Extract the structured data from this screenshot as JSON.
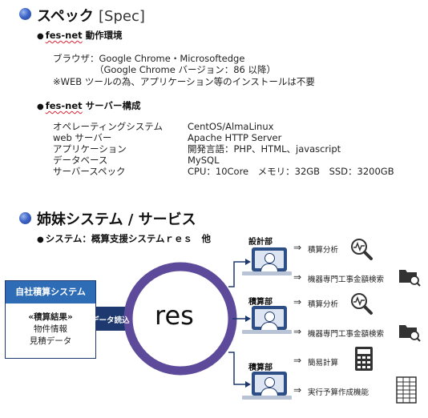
{
  "spec_section": {
    "title": "スペック",
    "title_en": "[Spec]",
    "env": {
      "heading_brand": "fes-net",
      "heading_rest": "動作環境",
      "browser_label": "ブラウザ：",
      "browser_value": "Google Chrome・Microsoftedge",
      "browser_note": "（Google Chrome バージョン：86 以降）",
      "install_note": "※WEB ツールの為、アプリケーション等のインストールは不要"
    },
    "server": {
      "heading_brand": "fes-net",
      "heading_rest": "サーバー構成",
      "rows": [
        {
          "label": "オペレーティングシステム",
          "value": "CentOS/AlmaLinux"
        },
        {
          "label": "web サーバー",
          "value": "Apache HTTP Server"
        },
        {
          "label": "アプリケーション",
          "value": "開発言語：PHP、HTML、javascript"
        },
        {
          "label": "データベース",
          "value": "MySQL"
        },
        {
          "label": "サーバースペック",
          "value": "CPU：10Core　メモリ：32GB　SSD：3200GB"
        }
      ]
    }
  },
  "sister_section": {
    "title": "姉妹システム / サービス",
    "system_line": "システム：概算支援システムｒｅｓ　他"
  },
  "diagram": {
    "left_box": {
      "header": "自社積算システム",
      "lines": [
        "«積算結果»",
        "物件情報",
        "見積データ"
      ]
    },
    "arrow_label": "データ読込",
    "center_label": "res",
    "departments": [
      {
        "name": "設計部",
        "items": [
          "積算分析",
          "機器専門工事金額検索"
        ]
      },
      {
        "name": "積算部",
        "items": [
          "積算分析",
          "機器専門工事金額検索"
        ]
      },
      {
        "name": "積算部",
        "items": [
          "簡易計算",
          "実行予算作成機能"
        ]
      }
    ],
    "arrow_symbol": "⇒",
    "colors": {
      "navy": "#1d3970",
      "header_blue": "#2e6db6",
      "ring": "#5d4a9a"
    }
  }
}
